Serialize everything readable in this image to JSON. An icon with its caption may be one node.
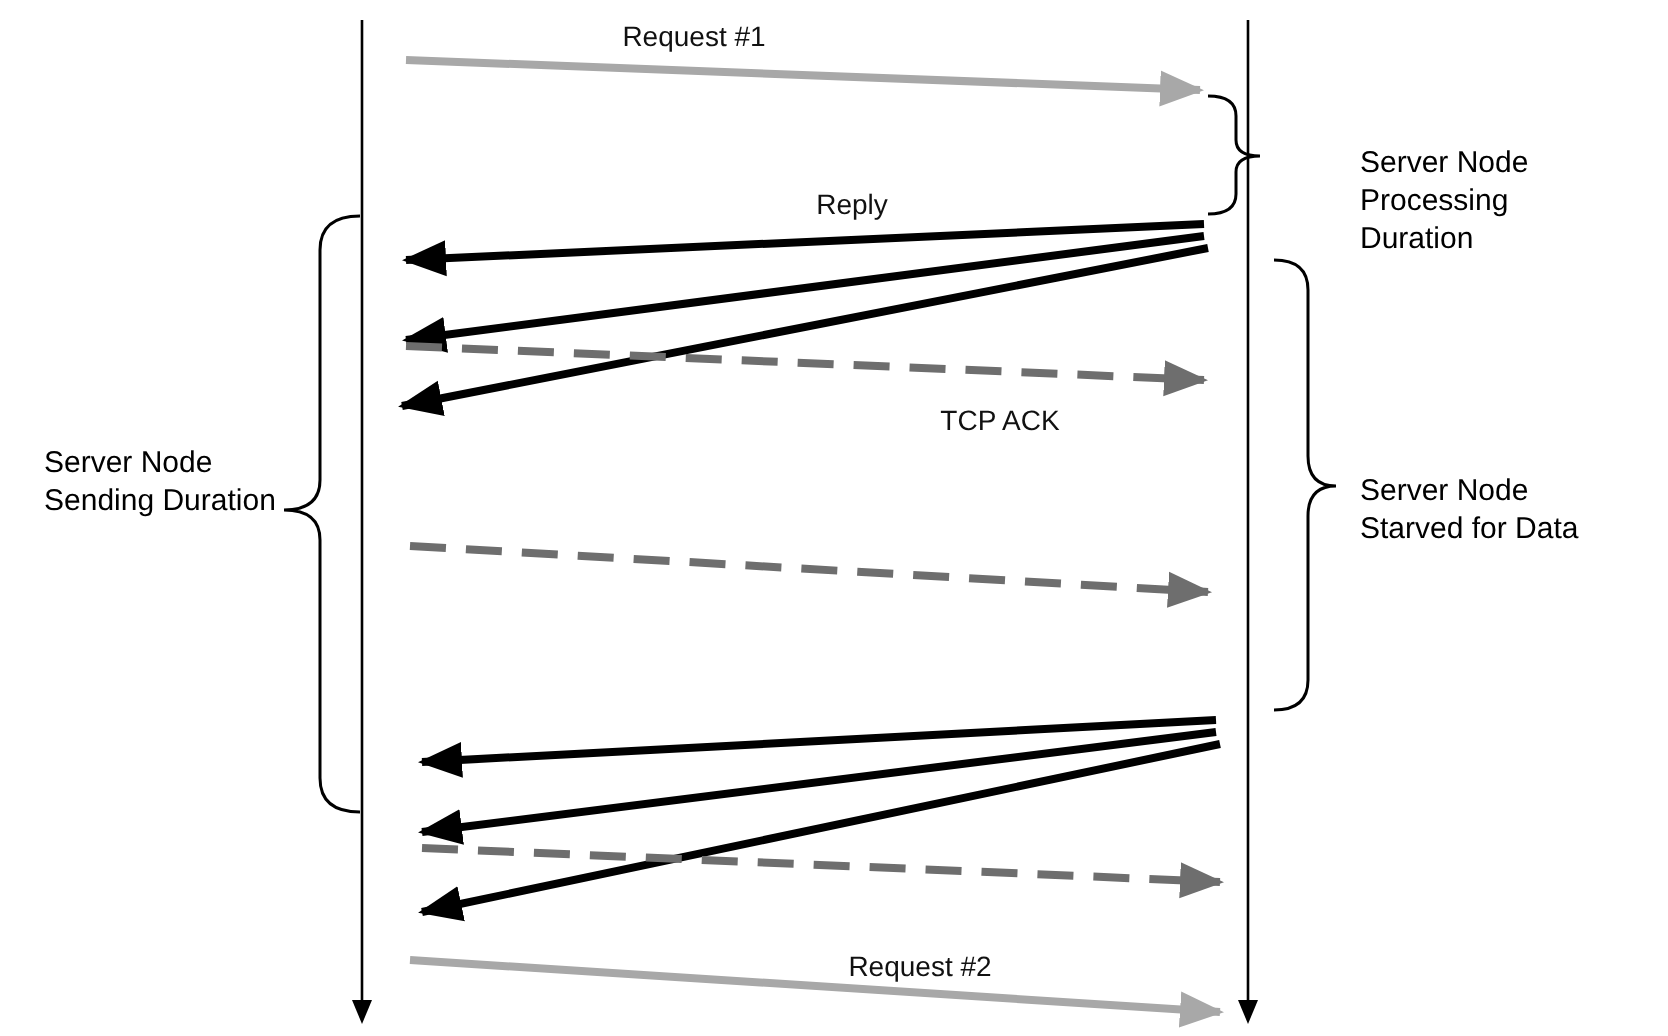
{
  "diagram": {
    "nodes": [
      {
        "text": [],
        "shape": "bar"
      },
      {
        "text": [],
        "shape": "bar"
      }
    ],
    "edges": [
      {
        "from": 0,
        "to": 1,
        "arrow": "to",
        "label": "Request #1",
        "color": "#a8a8a8"
      },
      {
        "from": 1,
        "to": 0,
        "arrow": "to",
        "label": "Reply"
      },
      {
        "from": 1,
        "to": 0,
        "arrow": "to"
      },
      {
        "from": 1,
        "to": 0,
        "arrow": "to"
      },
      {
        "from": 0,
        "to": 1,
        "arrow": "to",
        "label": "TCP ACK",
        "style": "dashed",
        "color": "#6e6e6e"
      },
      {
        "from": 0,
        "to": 1,
        "arrow": "to",
        "style": "dashed",
        "color": "#6e6e6e"
      },
      {
        "from": 1,
        "to": 0,
        "arrow": "to"
      },
      {
        "from": 1,
        "to": 0,
        "arrow": "to"
      },
      {
        "from": 1,
        "to": 0,
        "arrow": "to"
      },
      {
        "from": 0,
        "to": 1,
        "arrow": "to",
        "style": "dashed",
        "color": "#6e6e6e"
      },
      {
        "from": 0,
        "to": 1,
        "arrow": "to",
        "label": "Request #2",
        "color": "#a8a8a8"
      }
    ],
    "labels": [
      "Server Node Processing Duration",
      "Server Node Sending Duration",
      "Server Node Starved for Data"
    ]
  }
}
